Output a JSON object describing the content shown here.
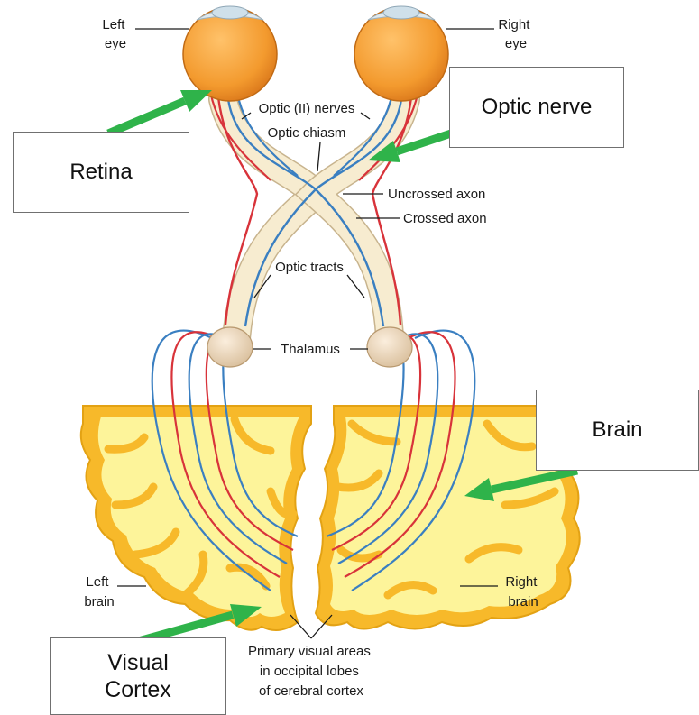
{
  "labels": {
    "left_eye": [
      "Left",
      "eye"
    ],
    "right_eye": [
      "Right",
      "eye"
    ],
    "optic_nerves": "Optic (II) nerves",
    "optic_chiasm": "Optic chiasm",
    "uncrossed_axon": "Uncrossed axon",
    "crossed_axon": "Crossed axon",
    "optic_tracts": "Optic tracts",
    "thalamus": "Thalamus",
    "left_brain": [
      "Left",
      "brain"
    ],
    "right_brain": [
      "Right",
      "brain"
    ],
    "primary_visual": [
      "Primary visual areas",
      "in occipital lobes",
      "of cerebral cortex"
    ]
  },
  "callouts": {
    "retina": "Retina",
    "optic_nerve": "Optic nerve",
    "brain": "Brain",
    "visual_cortex": "Visual\nCortex"
  },
  "colors": {
    "eye": "#f39a2e",
    "nerve_fill": "#f7ecd0",
    "crossed_axon": "#3a7fc1",
    "uncrossed_axon": "#d8333a",
    "brain_white_matter": "#fdf49a",
    "brain_cortex": "#f7b92a",
    "thalamus": "#ecd7b8",
    "arrow": "#2fb34a"
  }
}
